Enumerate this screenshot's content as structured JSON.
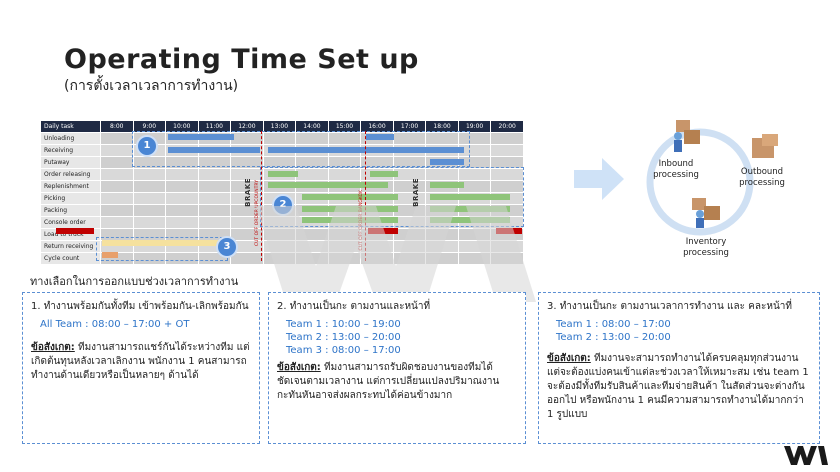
{
  "header": {
    "title": "Operating Time Set up",
    "subtitle": "(การตั้งเวลาเวลาการทำงาน)"
  },
  "gantt": {
    "corner_label": "Daily task",
    "hours": [
      "8:00",
      "9:00",
      "10:00",
      "11:00",
      "12:00",
      "13:00",
      "14:00",
      "15:00",
      "16:00",
      "17:00",
      "18:00",
      "19:00",
      "20:00"
    ],
    "tasks": [
      "Unloading",
      "Receiving",
      "Putaway",
      "Order releasing",
      "Replenishment",
      "Picking",
      "Packing",
      "Console order",
      "Load to truck",
      "Return receiving",
      "Cycle count"
    ],
    "brake_label": "BRAKE",
    "cutoff_label_1": "CUT OFF ORDER UPCOUNTRY",
    "cutoff_label_2": "CUT OFF ORDER BANGKOK",
    "zone_1": "1",
    "zone_2": "2",
    "zone_3": "3",
    "colors": {
      "blue": "#5b8fd3",
      "green": "#8fc47a",
      "red": "#c00000",
      "yellow": "#f5e19e",
      "orange": "#e8a06b",
      "header": "#1f2a44"
    }
  },
  "processes": {
    "inbound": "Inbound processing",
    "outbound": "Outbound processing",
    "inventory": "Inventory processing"
  },
  "options_heading": "ทางเลือกในการออกแบบช่วงเวลาการทำงาน",
  "options": [
    {
      "title": "1. ทำงานพร้อมกันทั้งทีม เข้าพร้อมกัน-เลิกพร้อมกัน",
      "teams": [
        "All Team : 08:00 – 17:00 + OT"
      ],
      "note_label": "ข้อสังเกต:",
      "note": " ทีมงานสามารถแชร์กันได้ระหว่างทีม แต่เกิดต้นทุนหลังเวลาเลิกงาน พนักงาน 1 คนสามารถทำงานด้านเดียวหรือเป็นหลายๆ ด้านได้"
    },
    {
      "title": "2. ทำงานเป็นกะ ตามงานและหน้าที่",
      "teams": [
        "Team 1 : 10:00 – 19:00",
        "Team 2 : 13:00 – 20:00",
        "Team 3 : 08:00 – 17:00"
      ],
      "note_label": "ข้อสังเกต:",
      "note": " ทีมงานสามารถรับผิดชอบงานของทีมได้ชัดเจนตามเวลางาน แต่การเปลี่ยนแปลงปริมาณงานกะทันหันอาจส่งผลกระทบได้ค่อนข้างมาก"
    },
    {
      "title": "3. ทำงานเป็นกะ ตามงานเวลาการทำงาน และ คละหน้าที่",
      "teams": [
        "Team 1 : 08:00 – 17:00",
        "Team 2 : 13:00 – 20:00"
      ],
      "note_label": "ข้อสังเกต:",
      "note": " ทีมงานจะสามารถทำงานได้ครบคลุมทุกส่วนงาน แต่จะต้องแบ่งคนเข้าแต่ละช่วงเวลาให้เหมาะสม เช่น team 1 จะต้องมีทั้งทีมรับสินค้าและทีมจ่ายสินค้า ในสัดส่วนจะต่างกันออกไป หรือพนักงาน 1 คนมีความสามารถทำงานได้มากกว่า 1 รูปแบบ"
    }
  ],
  "logo": "WM"
}
